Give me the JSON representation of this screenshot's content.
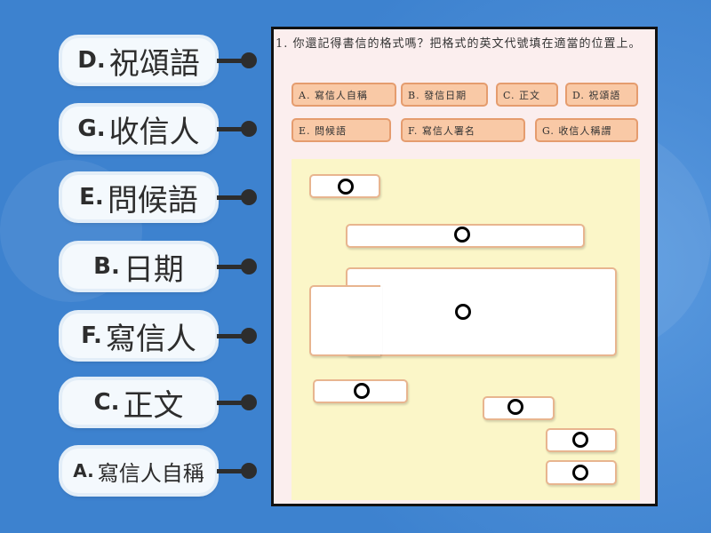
{
  "labels": [
    {
      "letter": "D.",
      "text": "祝頌語"
    },
    {
      "letter": "G.",
      "text": "收信人"
    },
    {
      "letter": "E.",
      "text": "問候語"
    },
    {
      "letter": "B.",
      "text": "日期"
    },
    {
      "letter": "F.",
      "text": "寫信人"
    },
    {
      "letter": "C.",
      "text": "正文"
    },
    {
      "letter": "A.",
      "text": "寫信人自稱"
    }
  ],
  "question": {
    "text": "1. 你還記得書信的格式嗎？把格式的英文代號填在適當的位置上。",
    "options": [
      "A. 寫信人自稱",
      "B. 發信日期",
      "C. 正文",
      "D. 祝頌語",
      "E. 問候語",
      "F. 寫信人署名",
      "G. 收信人稱謂"
    ]
  }
}
